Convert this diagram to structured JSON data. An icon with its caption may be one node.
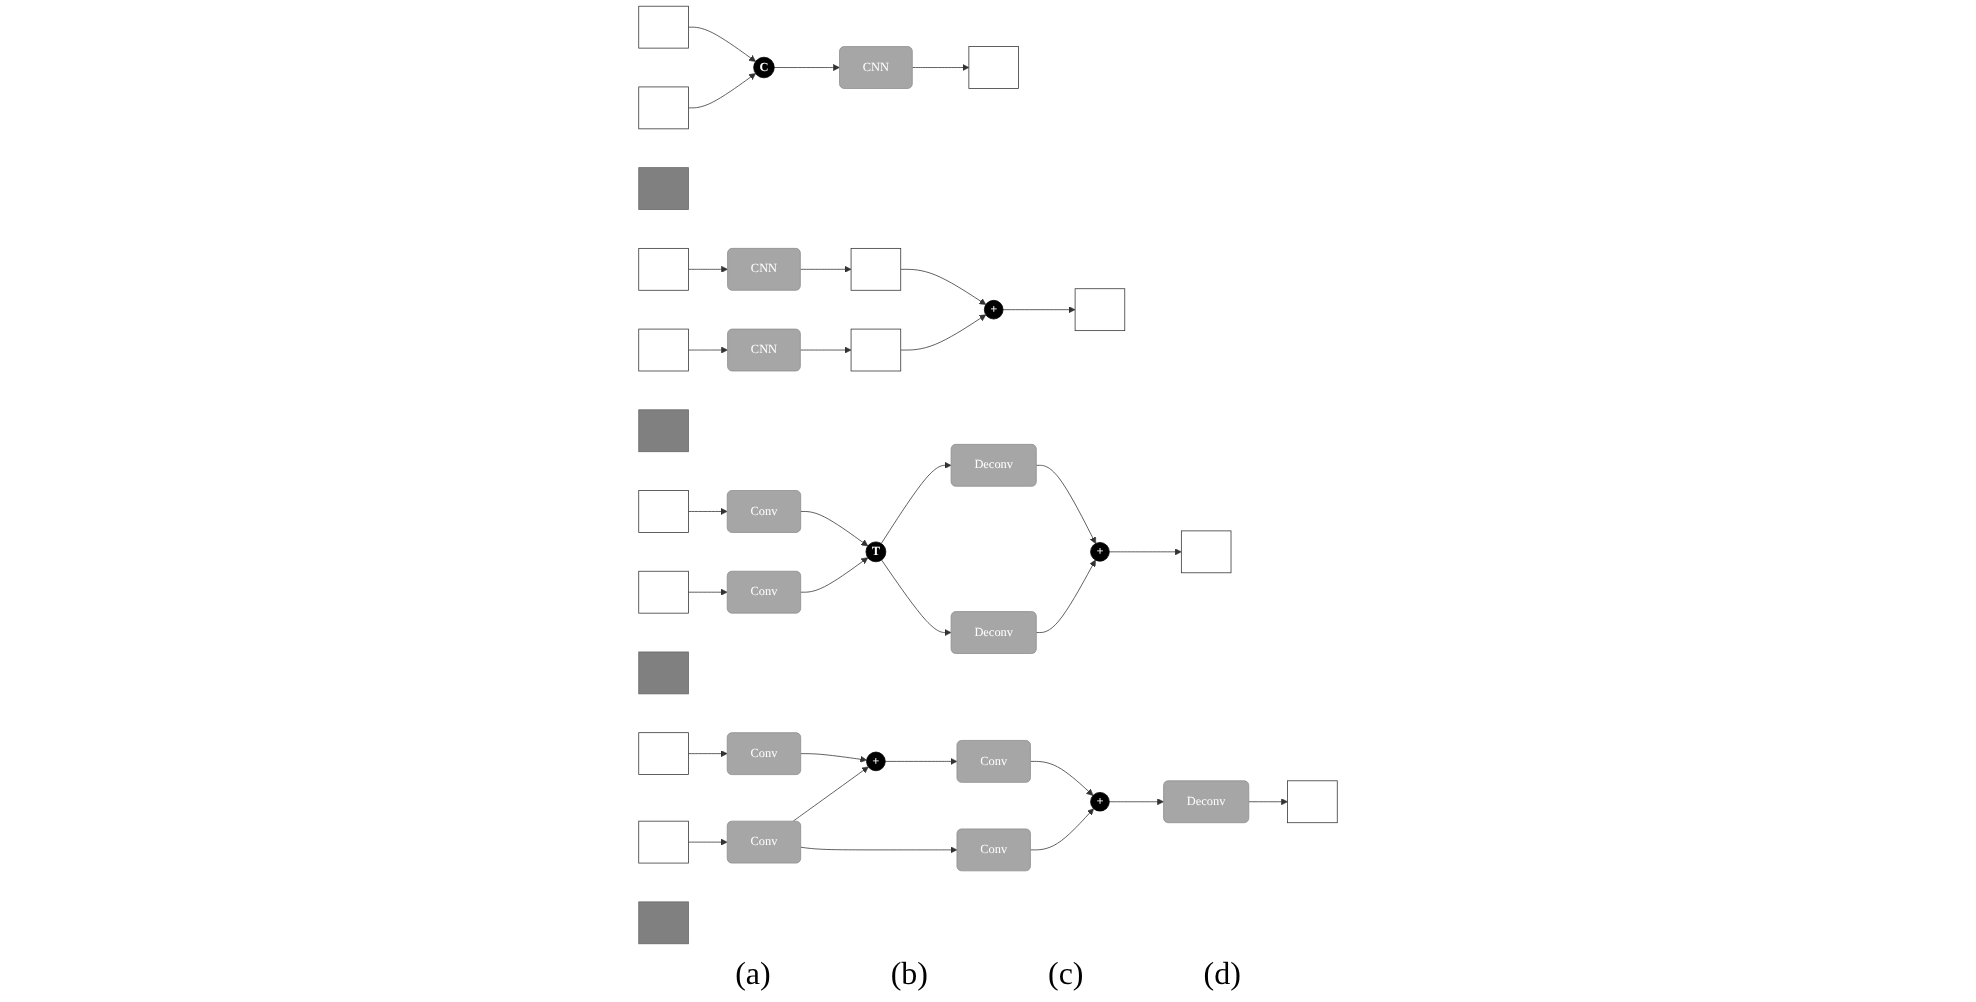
{
  "diagram": {
    "nodes": [
      {
        "text": [],
        "shape": "box"
      },
      {
        "text": [],
        "shape": "box"
      },
      {
        "text": [
          "C"
        ]
      },
      {
        "text": [
          "CNN"
        ]
      },
      {
        "text": [],
        "shape": "box"
      },
      {
        "text": [],
        "shape": "box"
      },
      {
        "text": [],
        "shape": "box"
      },
      {
        "text": [],
        "shape": "box"
      },
      {
        "text": [
          "CNN"
        ]
      },
      {
        "text": [
          "CNN"
        ]
      },
      {
        "text": [],
        "shape": "box"
      },
      {
        "text": [],
        "shape": "box"
      },
      {
        "text": [
          "+"
        ]
      },
      {
        "text": [],
        "shape": "box"
      },
      {
        "text": [],
        "shape": "box"
      },
      {
        "text": [],
        "shape": "box"
      },
      {
        "text": [],
        "shape": "box"
      },
      {
        "text": [
          "Conv"
        ]
      },
      {
        "text": [
          "Conv"
        ]
      },
      {
        "text": [
          "T"
        ]
      },
      {
        "text": [
          "Deconv"
        ]
      },
      {
        "text": [
          "Deconv"
        ]
      },
      {
        "text": [
          "+"
        ]
      },
      {
        "text": [],
        "shape": "box"
      },
      {
        "text": [],
        "shape": "box"
      },
      {
        "text": [],
        "shape": "box"
      },
      {
        "text": [],
        "shape": "box"
      },
      {
        "text": [
          "Conv"
        ]
      },
      {
        "text": [
          "+"
        ]
      },
      {
        "text": [
          "Conv"
        ]
      },
      {
        "text": [
          "+"
        ]
      },
      {
        "text": [
          "Deconv"
        ]
      },
      {
        "text": [
          "Conv"
        ]
      },
      {
        "text": [
          "Conv"
        ]
      },
      {
        "text": [],
        "shape": "box"
      },
      {
        "text": [],
        "shape": "box"
      }
    ],
    "edges": [
      {
        "from": 0,
        "to": 2,
        "arrow": "to"
      },
      {
        "from": 1,
        "to": 2,
        "arrow": "to"
      },
      {
        "from": 2,
        "to": 3,
        "arrow": "to"
      },
      {
        "from": 3,
        "to": 4,
        "arrow": "to"
      },
      {
        "from": 6,
        "to": 8,
        "arrow": "to"
      },
      {
        "from": 8,
        "to": 10,
        "arrow": "to"
      },
      {
        "from": 7,
        "to": 9,
        "arrow": "to"
      },
      {
        "from": 9,
        "to": 11,
        "arrow": "to"
      },
      {
        "from": 10,
        "to": 12,
        "arrow": "to"
      },
      {
        "from": 11,
        "to": 12,
        "arrow": "to"
      },
      {
        "from": 12,
        "to": 13,
        "arrow": "to"
      },
      {
        "from": 15,
        "to": 17,
        "arrow": "to"
      },
      {
        "from": 16,
        "to": 18,
        "arrow": "to"
      },
      {
        "from": 17,
        "to": 19,
        "arrow": "to"
      },
      {
        "from": 18,
        "to": 19,
        "arrow": "to"
      },
      {
        "from": 19,
        "to": 20,
        "arrow": "to"
      },
      {
        "from": 19,
        "to": 21,
        "arrow": "to"
      },
      {
        "from": 20,
        "to": 22,
        "arrow": "to"
      },
      {
        "from": 21,
        "to": 22,
        "arrow": "to"
      },
      {
        "from": 22,
        "to": 23,
        "arrow": "to"
      },
      {
        "from": 25,
        "to": 27,
        "arrow": "to"
      },
      {
        "from": 27,
        "to": 28,
        "arrow": "to"
      },
      {
        "from": 28,
        "to": 29,
        "arrow": "to"
      },
      {
        "from": 29,
        "to": 30,
        "arrow": "to"
      },
      {
        "from": 30,
        "to": 31,
        "arrow": "to"
      },
      {
        "from": 31,
        "to": 34,
        "arrow": "to"
      },
      {
        "from": 26,
        "to": 32,
        "arrow": "to"
      },
      {
        "from": 32,
        "to": 28,
        "arrow": "to"
      },
      {
        "from": 32,
        "to": 33,
        "arrow": "to"
      },
      {
        "from": 33,
        "to": 30,
        "arrow": "to"
      }
    ],
    "labels": [
      "(a)",
      "(b)",
      "(c)",
      "(d)"
    ]
  }
}
